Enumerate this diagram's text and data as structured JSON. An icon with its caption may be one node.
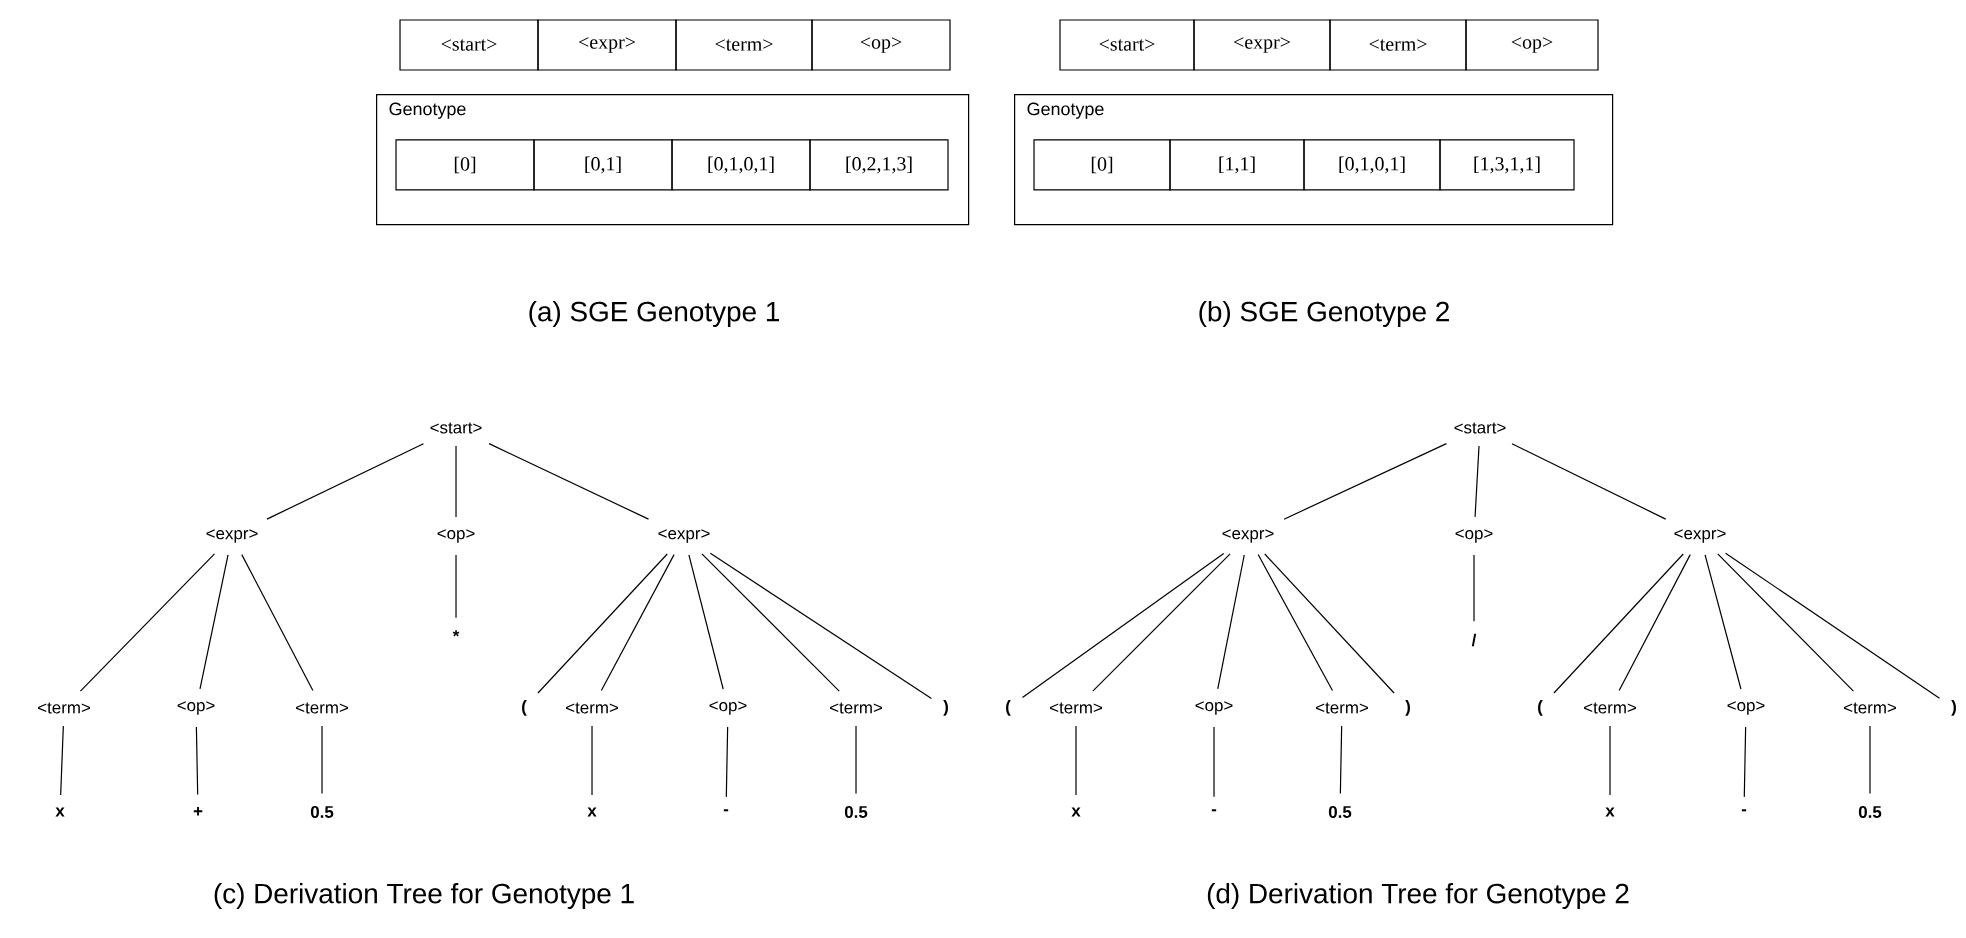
{
  "diagram": {
    "nodes": [
      {
        "text": [
          "<start>"
        ]
      },
      {
        "text": [
          "<expr>"
        ]
      },
      {
        "text": [
          "<term>"
        ]
      },
      {
        "text": [
          "<op>"
        ]
      },
      {
        "text": [
          "Genotype"
        ]
      },
      {
        "text": [
          "[0]"
        ],
        "in": 4
      },
      {
        "text": [
          "[0,1]"
        ],
        "in": 4
      },
      {
        "text": [
          "[0,1,0,1]"
        ],
        "in": 4
      },
      {
        "text": [
          "[0,2,1,3]"
        ],
        "in": 4
      },
      {
        "text": [
          "<start>"
        ]
      },
      {
        "text": [
          "<expr>"
        ]
      },
      {
        "text": [
          "<term>"
        ]
      },
      {
        "text": [
          "<op>"
        ]
      },
      {
        "text": [
          "Genotype"
        ]
      },
      {
        "text": [
          "[0]"
        ],
        "in": 13
      },
      {
        "text": [
          "[1,1]"
        ],
        "in": 13
      },
      {
        "text": [
          "[0,1,0,1]"
        ],
        "in": 13
      },
      {
        "text": [
          "[1,3,1,1]"
        ],
        "in": 13
      },
      {
        "text": [
          "<start>"
        ]
      },
      {
        "text": [
          "<expr>"
        ]
      },
      {
        "text": [
          "<op>"
        ]
      },
      {
        "text": [
          "<expr>"
        ]
      },
      {
        "text": [
          "*"
        ]
      },
      {
        "text": [
          "<term>"
        ]
      },
      {
        "text": [
          "<op>"
        ]
      },
      {
        "text": [
          "<term>"
        ]
      },
      {
        "text": [
          "("
        ]
      },
      {
        "text": [
          "<term>"
        ]
      },
      {
        "text": [
          "<op>"
        ]
      },
      {
        "text": [
          "<term>"
        ]
      },
      {
        "text": [
          ")"
        ]
      },
      {
        "text": [
          "x"
        ]
      },
      {
        "text": [
          "+"
        ]
      },
      {
        "text": [
          "0.5"
        ]
      },
      {
        "text": [
          "x"
        ]
      },
      {
        "text": [
          "-"
        ]
      },
      {
        "text": [
          "0.5"
        ]
      },
      {
        "text": [
          "<start>"
        ]
      },
      {
        "text": [
          "<expr>"
        ]
      },
      {
        "text": [
          "<op>"
        ]
      },
      {
        "text": [
          "<expr>"
        ]
      },
      {
        "text": [
          "/"
        ]
      },
      {
        "text": [
          "("
        ]
      },
      {
        "text": [
          "<term>"
        ]
      },
      {
        "text": [
          "<op>"
        ]
      },
      {
        "text": [
          "<term>"
        ]
      },
      {
        "text": [
          ")"
        ]
      },
      {
        "text": [
          "("
        ]
      },
      {
        "text": [
          "<term>"
        ]
      },
      {
        "text": [
          "<op>"
        ]
      },
      {
        "text": [
          "<term>"
        ]
      },
      {
        "text": [
          ")"
        ]
      },
      {
        "text": [
          "x"
        ]
      },
      {
        "text": [
          "-"
        ]
      },
      {
        "text": [
          "0.5"
        ]
      },
      {
        "text": [
          "x"
        ]
      },
      {
        "text": [
          "-"
        ]
      },
      {
        "text": [
          "0.5"
        ]
      }
    ],
    "edges": [
      {
        "from": 18,
        "to": 19,
        "arrow": "none"
      },
      {
        "from": 18,
        "to": 20,
        "arrow": "none"
      },
      {
        "from": 18,
        "to": 21,
        "arrow": "none"
      },
      {
        "from": 19,
        "to": 23,
        "arrow": "none"
      },
      {
        "from": 19,
        "to": 24,
        "arrow": "none"
      },
      {
        "from": 19,
        "to": 25,
        "arrow": "none"
      },
      {
        "from": 20,
        "to": 22,
        "arrow": "none"
      },
      {
        "from": 21,
        "to": 26,
        "arrow": "none"
      },
      {
        "from": 21,
        "to": 27,
        "arrow": "none"
      },
      {
        "from": 21,
        "to": 28,
        "arrow": "none"
      },
      {
        "from": 21,
        "to": 29,
        "arrow": "none"
      },
      {
        "from": 21,
        "to": 30,
        "arrow": "none"
      },
      {
        "from": 23,
        "to": 31,
        "arrow": "none"
      },
      {
        "from": 24,
        "to": 32,
        "arrow": "none"
      },
      {
        "from": 25,
        "to": 33,
        "arrow": "none"
      },
      {
        "from": 27,
        "to": 34,
        "arrow": "none"
      },
      {
        "from": 28,
        "to": 35,
        "arrow": "none"
      },
      {
        "from": 29,
        "to": 36,
        "arrow": "none"
      },
      {
        "from": 37,
        "to": 38,
        "arrow": "none"
      },
      {
        "from": 37,
        "to": 39,
        "arrow": "none"
      },
      {
        "from": 37,
        "to": 40,
        "arrow": "none"
      },
      {
        "from": 38,
        "to": 42,
        "arrow": "none"
      },
      {
        "from": 38,
        "to": 43,
        "arrow": "none"
      },
      {
        "from": 38,
        "to": 44,
        "arrow": "none"
      },
      {
        "from": 38,
        "to": 45,
        "arrow": "none"
      },
      {
        "from": 38,
        "to": 46,
        "arrow": "none"
      },
      {
        "from": 39,
        "to": 41,
        "arrow": "none"
      },
      {
        "from": 40,
        "to": 47,
        "arrow": "none"
      },
      {
        "from": 40,
        "to": 48,
        "arrow": "none"
      },
      {
        "from": 40,
        "to": 49,
        "arrow": "none"
      },
      {
        "from": 40,
        "to": 50,
        "arrow": "none"
      },
      {
        "from": 40,
        "to": 51,
        "arrow": "none"
      },
      {
        "from": 43,
        "to": 52,
        "arrow": "none"
      },
      {
        "from": 44,
        "to": 53,
        "arrow": "none"
      },
      {
        "from": 45,
        "to": 54,
        "arrow": "none"
      },
      {
        "from": 48,
        "to": 55,
        "arrow": "none"
      },
      {
        "from": 49,
        "to": 56,
        "arrow": "none"
      },
      {
        "from": 50,
        "to": 57,
        "arrow": "none"
      }
    ],
    "labels": [
      "(a) SGE Genotype 1",
      "(b) SGE Genotype 2",
      "(c) Derivation Tree for Genotype 1",
      "(d) Derivation Tree for Genotype 2"
    ]
  }
}
